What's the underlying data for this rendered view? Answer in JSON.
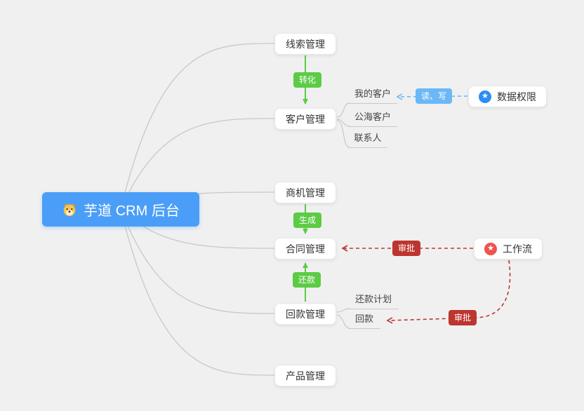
{
  "root": {
    "label": "芋道 CRM 后台",
    "icon": "dog-face"
  },
  "nodes": {
    "lead": {
      "label": "线索管理"
    },
    "customer": {
      "label": "客户管理"
    },
    "opportunity": {
      "label": "商机管理"
    },
    "contract": {
      "label": "合同管理"
    },
    "receivable": {
      "label": "回款管理"
    },
    "product": {
      "label": "产品管理"
    },
    "data_permission": {
      "label": "数据权限",
      "icon": "star-icon"
    },
    "workflow": {
      "label": "工作流",
      "icon": "star-icon"
    }
  },
  "children": {
    "my_customers": "我的客户",
    "public_customers": "公海客户",
    "contacts": "联系人",
    "repayment_plan": "还款计划",
    "repayment": "回款"
  },
  "badges": {
    "convert": "转化",
    "generate": "生成",
    "repay": "还款",
    "read_write": "读、写",
    "approve_contract": "审批",
    "approve_receivable": "审批"
  },
  "colors": {
    "root_bg": "#4b9ef8",
    "badge_green": "#5ccb45",
    "badge_blue": "#6cb8f7",
    "badge_red": "#bd352f",
    "icon_blue": "#2e8df5",
    "icon_red": "#ef5350",
    "line_gray": "#c8c8c8",
    "background": "#f0f0f1"
  },
  "icons": {
    "star": "★"
  }
}
